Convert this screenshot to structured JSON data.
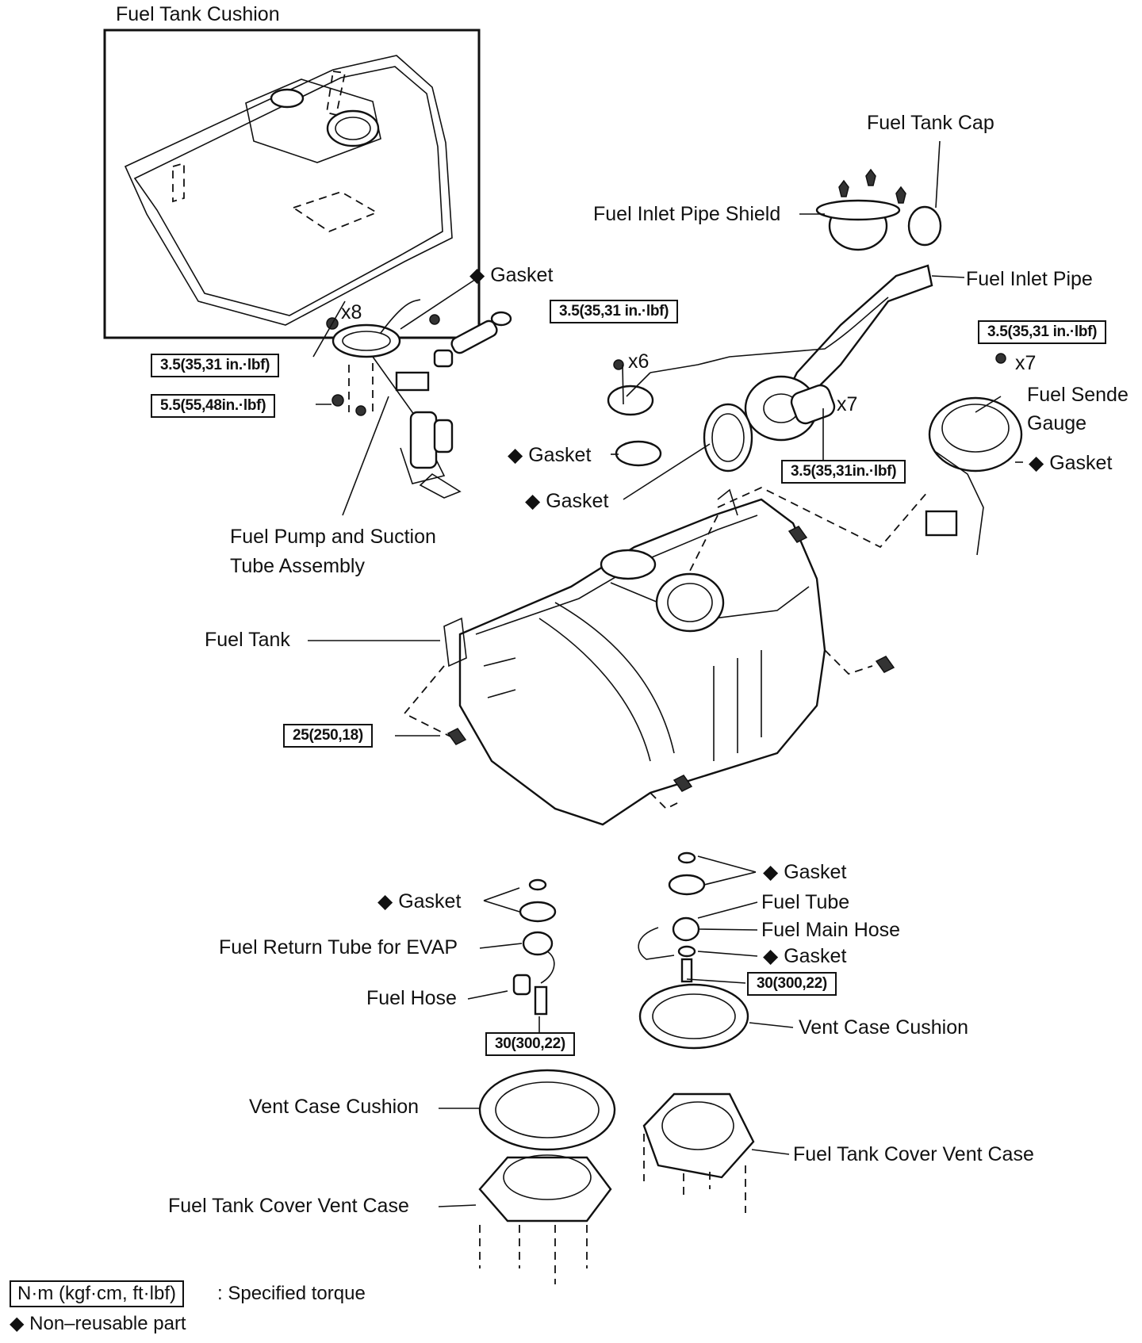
{
  "labels": {
    "fuel_tank_cushion": "Fuel Tank Cushion",
    "fuel_tank_cap": "Fuel Tank Cap",
    "fuel_inlet_pipe_shield": "Fuel Inlet Pipe Shield",
    "fuel_inlet_pipe": "Fuel Inlet Pipe",
    "gasket_pump": "Gasket",
    "gasket_inlet_1": "Gasket",
    "gasket_inlet_2": "Gasket",
    "gasket_sender": "Gasket",
    "fuel_sender_gauge_1": "Fuel Sende",
    "fuel_sender_gauge_2": "Gauge",
    "fuel_pump_1": "Fuel Pump and Suction",
    "fuel_pump_2": "Tube Assembly",
    "fuel_tank": "Fuel Tank",
    "gasket_left_lower": "Gasket",
    "fuel_return_tube": "Fuel Return Tube for EVAP",
    "fuel_hose": "Fuel Hose",
    "gasket_right_lower_1": "Gasket",
    "fuel_tube": "Fuel Tube",
    "fuel_main_hose": "Fuel Main Hose",
    "gasket_right_lower_2": "Gasket",
    "vent_case_cushion_right": "Vent Case Cushion",
    "vent_case_cushion_left": "Vent Case Cushion",
    "fuel_tank_cover_vent_case_right": "Fuel Tank Cover Vent Case",
    "fuel_tank_cover_vent_case_left": "Fuel Tank Cover Vent Case"
  },
  "quantities": {
    "x8": "x8",
    "x6": "x6",
    "x7_inlet": "x7",
    "x7_sender": "x7"
  },
  "torques": {
    "pump_cover": "3.5(35,31 in.·lbf)",
    "pump_nut": "5.5(55,48in.·lbf)",
    "inlet_small": "3.5(35,31 in.·lbf)",
    "inlet_flange": "3.5(35,31in.·lbf)",
    "sender": "3.5(35,31 in.·lbf)",
    "tank_bolt": "25(250,18)",
    "left_vent": "30(300,22)",
    "right_vent": "30(300,22)"
  },
  "legend": {
    "torque_unit": "N·m (kgf·cm, ft·lbf)",
    "torque_desc": ": Specified torque",
    "non_reusable": "Non–reusable part"
  },
  "symbols": {
    "non_reusable_marker": "◆"
  }
}
